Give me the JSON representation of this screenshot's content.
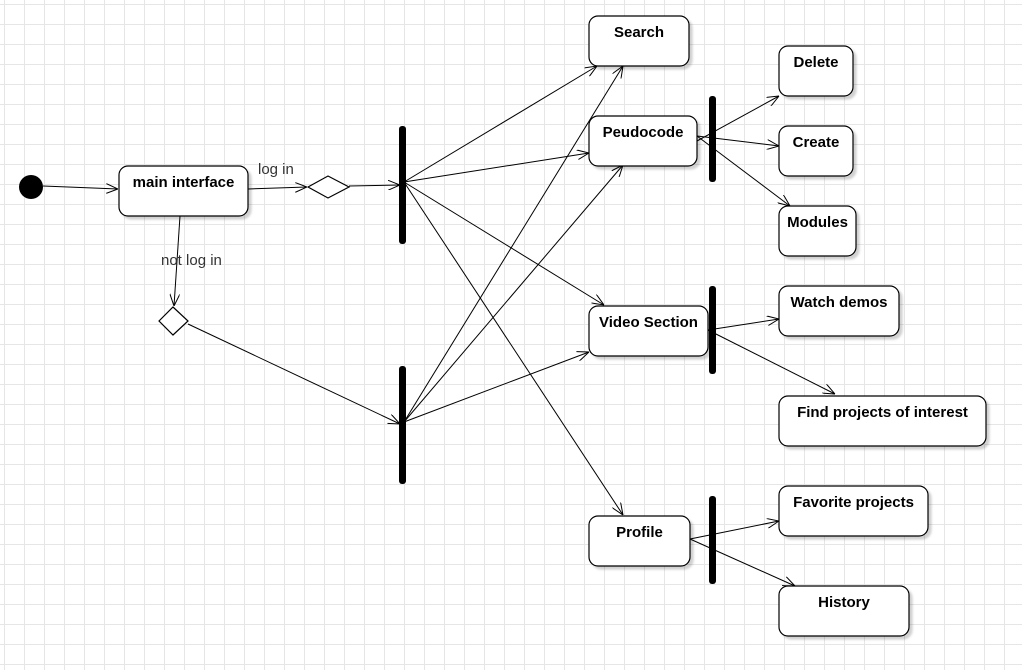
{
  "diagram": {
    "labels": {
      "log_in": "log in",
      "not_log_in": "not log in"
    },
    "nodes": {
      "main_interface": "main interface",
      "search": "Search",
      "peudocode": "Peudocode",
      "video_section": "Video Section",
      "profile": "Profile",
      "delete": "Delete",
      "create": "Create",
      "modules": "Modules",
      "watch_demos": "Watch demos",
      "find_projects": "Find projects of interest",
      "favorite_projects": "Favorite projects",
      "history": "History"
    }
  }
}
